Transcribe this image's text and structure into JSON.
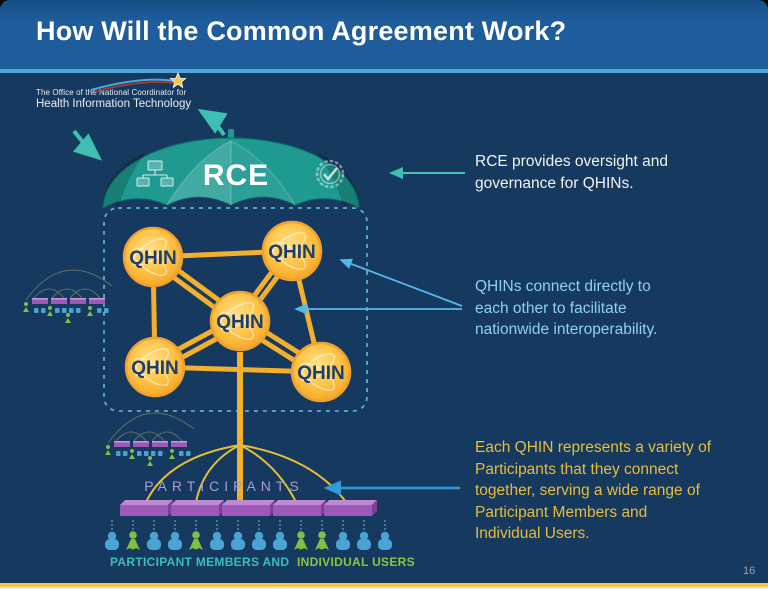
{
  "slide": {
    "title": "How Will the Common Agreement Work?",
    "page_number": "16",
    "colors": {
      "header": "#1E5C9B",
      "header_underline": "#4FA8D8",
      "body_background": "#16395F",
      "connector_gold": "#F2B02C",
      "umbrella_teal": "#1F9A90",
      "qhin_gold": "#FBB034",
      "participant_purple": "#9C59B8",
      "member_blue": "#4BA3D3",
      "individual_green": "#7CC142",
      "footer_bar": "#F5C546"
    }
  },
  "logo": {
    "line1": "The Office of the National Coordinator for",
    "line2": "Health Information Technology"
  },
  "diagram": {
    "rce_label": "RCE",
    "qhin_label": "QHIN",
    "participants_label": "PARTICIPANTS",
    "footer_label_left": "PARTICIPANT MEMBERS AND",
    "footer_label_right": "INDIVIDUAL USERS",
    "user_icons": [
      "blue",
      "green",
      "blue",
      "blue",
      "green",
      "blue",
      "blue",
      "blue",
      "blue",
      "green",
      "green",
      "blue",
      "blue",
      "blue"
    ]
  },
  "annotations": {
    "rce": "RCE provides oversight and\ngovernance for QHINs.",
    "qhin": "QHINs connect directly to\neach other to facilitate\nnationwide interoperability.",
    "participants": "Each QHIN represents a variety of\nParticipants that they connect\ntogether, serving a wide range of\nParticipant Members and\nIndividual Users."
  }
}
